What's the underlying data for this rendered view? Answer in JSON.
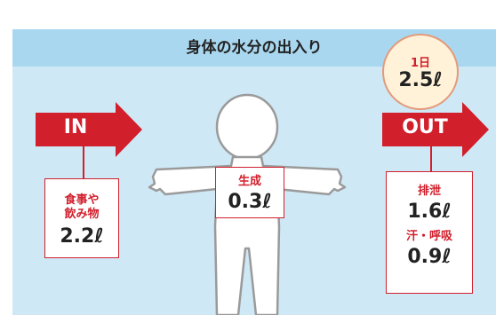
{
  "diagram": {
    "title": "身体の水分の出入り",
    "badge": {
      "label": "1日",
      "value": "2.5ℓ"
    },
    "in_arrow": {
      "label": "IN"
    },
    "out_arrow": {
      "label": "OUT"
    },
    "in_box": {
      "label_line1": "食事や",
      "label_line2": "飲み物",
      "value": "2.2ℓ"
    },
    "center_box": {
      "label": "生成",
      "value": "0.3ℓ"
    },
    "out_box": {
      "item1_label": "排泄",
      "item1_value": "1.6ℓ",
      "item2_label": "汗・呼吸",
      "item2_value": "0.9ℓ"
    }
  },
  "colors": {
    "accent_red": "#d11f2c",
    "panel_blue": "#cfe8f6",
    "header_blue": "#a9d7ef",
    "badge_fill": "#fff2d8"
  }
}
